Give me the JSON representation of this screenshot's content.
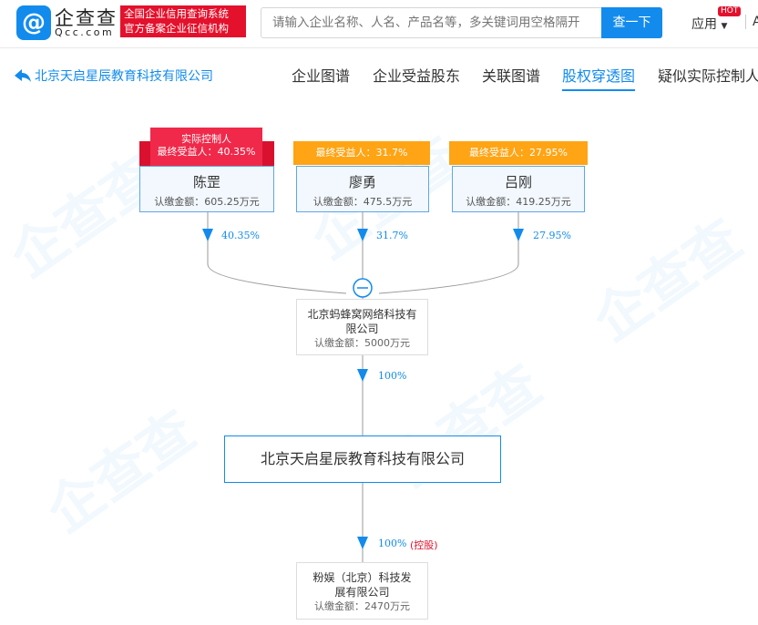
{
  "header": {
    "logo_text": "企查查",
    "logo_sub": "Qcc.com",
    "slogan_line1": "全国企业信用查询系统",
    "slogan_line2": "官方备案企业征信机构",
    "search_placeholder": "请输入企业名称、人名、产品名等，多关键词用空格隔开",
    "search_button": "查一下",
    "apps_label": "应用",
    "hot_badge": "HOT",
    "more_label": "A"
  },
  "nav": {
    "back_label": "北京天启星辰教育科技有限公司",
    "tabs": [
      {
        "label": "企业图谱"
      },
      {
        "label": "企业受益股东"
      },
      {
        "label": "关联图谱"
      },
      {
        "label": "股权穿透图",
        "active": true
      },
      {
        "label": "疑似实际控制人"
      }
    ]
  },
  "graph": {
    "shareholders": [
      {
        "badge_line1": "实际控制人",
        "badge_line2": "最终受益人：40.35%",
        "name": "陈罡",
        "amount": "认缴金额：605.25万元",
        "percent": "40.35%",
        "badge_color": "#f0294a"
      },
      {
        "badge_line2": "最终受益人：31.7%",
        "name": "廖勇",
        "amount": "认缴金额：475.5万元",
        "percent": "31.7%",
        "badge_color": "#ffa414"
      },
      {
        "badge_line2": "最终受益人：27.95%",
        "name": "吕刚",
        "amount": "认缴金额：419.25万元",
        "percent": "27.95%",
        "badge_color": "#ffa414"
      }
    ],
    "parent": {
      "name": "北京蚂蜂窝网络科技有限公司",
      "amount": "认缴金额：5000万元",
      "percent": "100%"
    },
    "center": {
      "name": "北京天启星辰教育科技有限公司"
    },
    "subsidiary": {
      "name": "粉娱（北京）科技发展有限公司",
      "amount": "认缴金额：2470万元",
      "percent": "100%",
      "tag": "(控股)",
      "tag_color": "#e4112c"
    }
  },
  "colors": {
    "accent": "#128bed"
  }
}
